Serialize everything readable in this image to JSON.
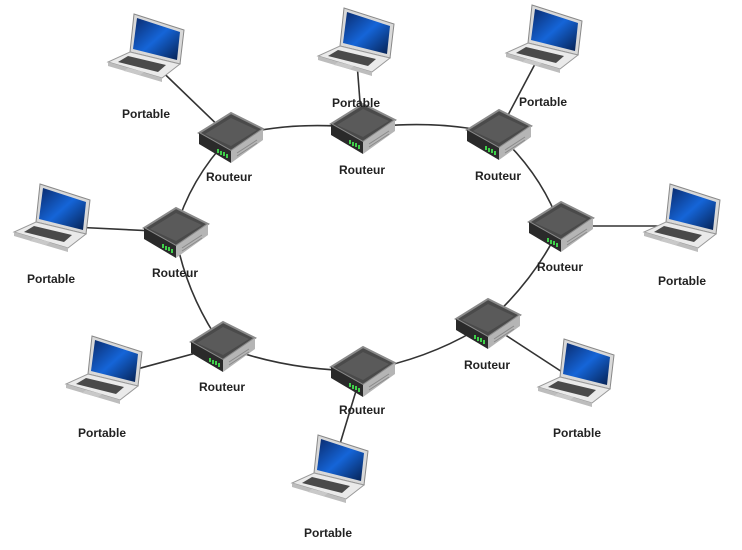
{
  "diagram": {
    "router_label": "Routeur",
    "laptop_label": "Portable",
    "routers": [
      {
        "id": "r1",
        "label": "Routeur"
      },
      {
        "id": "r2",
        "label": "Routeur"
      },
      {
        "id": "r3",
        "label": "Routeur"
      },
      {
        "id": "r4",
        "label": "Routeur"
      },
      {
        "id": "r5",
        "label": "Routeur"
      },
      {
        "id": "r6",
        "label": "Routeur"
      },
      {
        "id": "r7",
        "label": "Routeur"
      },
      {
        "id": "r8",
        "label": "Routeur"
      }
    ],
    "laptops": [
      {
        "id": "p1",
        "label": "Portable"
      },
      {
        "id": "p2",
        "label": "Portable"
      },
      {
        "id": "p3",
        "label": "Portable"
      },
      {
        "id": "p4",
        "label": "Portable"
      },
      {
        "id": "p5",
        "label": "Portable"
      },
      {
        "id": "p6",
        "label": "Portable"
      },
      {
        "id": "p7",
        "label": "Portable"
      },
      {
        "id": "p8",
        "label": "Portable"
      }
    ],
    "ring_links": [
      [
        "r1",
        "r2"
      ],
      [
        "r2",
        "r3"
      ],
      [
        "r3",
        "r4"
      ],
      [
        "r4",
        "r5"
      ],
      [
        "r5",
        "r6"
      ],
      [
        "r6",
        "r7"
      ],
      [
        "r7",
        "r8"
      ],
      [
        "r8",
        "r1"
      ]
    ],
    "laptop_links": [
      [
        "r1",
        "p1"
      ],
      [
        "r2",
        "p2"
      ],
      [
        "r3",
        "p3"
      ],
      [
        "r4",
        "p4"
      ],
      [
        "r5",
        "p5"
      ],
      [
        "r6",
        "p6"
      ],
      [
        "r7",
        "p7"
      ],
      [
        "r8",
        "p8"
      ]
    ],
    "colors": {
      "screen": "#1565d8",
      "router_top": "#4a4a4a",
      "router_body": "#b5b5b5",
      "wire": "#333333",
      "led": "#3fd14a"
    }
  }
}
